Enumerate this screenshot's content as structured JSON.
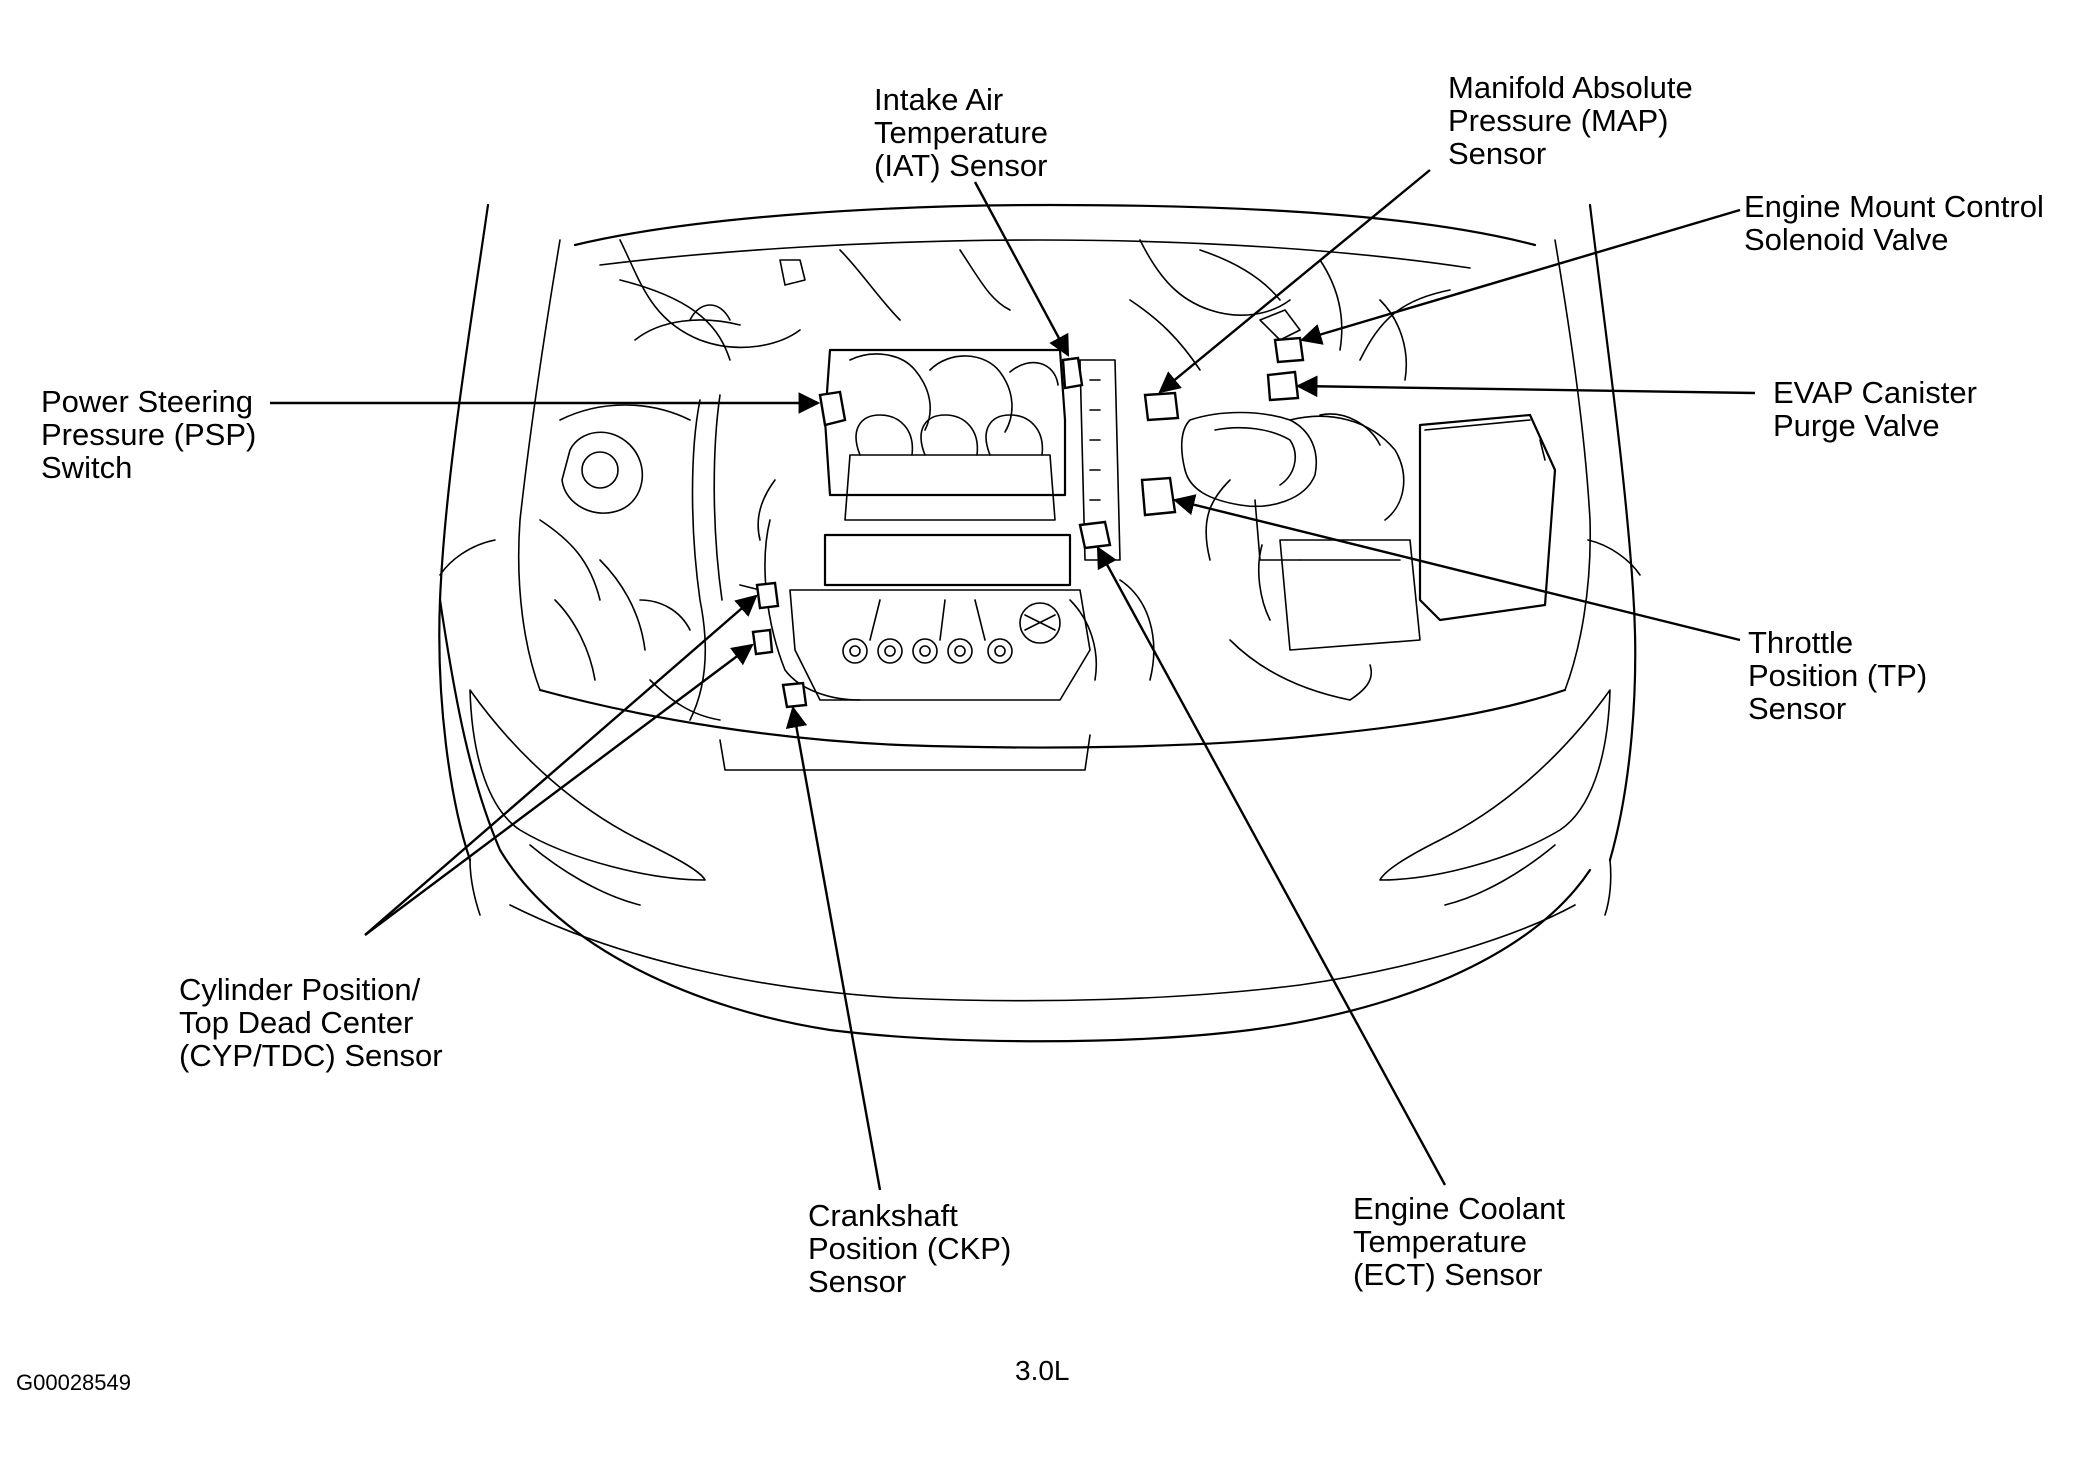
{
  "labels": {
    "iat": [
      "Intake Air",
      "Temperature",
      "(IAT) Sensor"
    ],
    "map": [
      "Manifold Absolute",
      "Pressure (MAP)",
      "Sensor"
    ],
    "engine_mount": [
      "Engine Mount Control",
      "Solenoid Valve"
    ],
    "evap": [
      "EVAP Canister",
      "Purge Valve"
    ],
    "tp": [
      "Throttle",
      "Position (TP)",
      "Sensor"
    ],
    "psp": [
      "Power Steering",
      "Pressure (PSP)",
      "Switch"
    ],
    "cyp": [
      "Cylinder Position/",
      "Top Dead Center",
      "(CYP/TDC) Sensor"
    ],
    "ckp": [
      "Crankshaft",
      "Position (CKP)",
      "Sensor"
    ],
    "ect": [
      "Engine Coolant",
      "Temperature",
      "(ECT) Sensor"
    ]
  },
  "figure_code": "G00028549",
  "engine_caption": "3.0L"
}
